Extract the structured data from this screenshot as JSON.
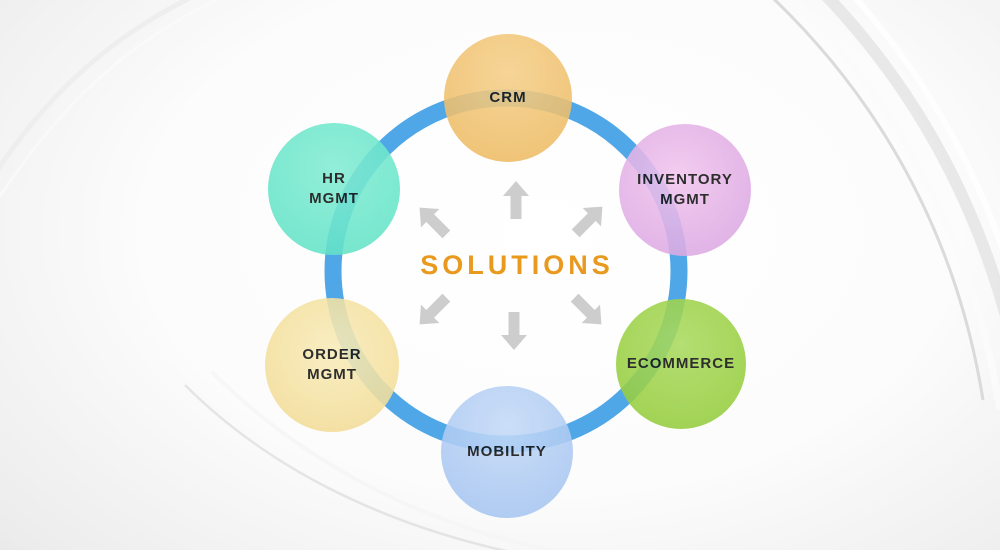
{
  "title": {
    "text": "SOLUTIONS",
    "color": "#e8991e"
  },
  "ring": {
    "color": "#4fa7e8"
  },
  "arrows": {
    "color": "#cdcdcd",
    "directions": [
      "up",
      "up-left",
      "up-right",
      "down-left",
      "down",
      "down-right"
    ]
  },
  "nodes": [
    {
      "id": "crm",
      "label": "CRM",
      "fill": "#f0c271",
      "position": "top"
    },
    {
      "id": "inventory-mgmt",
      "label": "INVENTORY\nMGMT",
      "fill": "#e3b1e6",
      "position": "top-right"
    },
    {
      "id": "ecommerce",
      "label": "ECOMMERCE",
      "fill": "#9cd147",
      "position": "bottom-right"
    },
    {
      "id": "mobility",
      "label": "MOBILITY",
      "fill": "#b0ccf3",
      "position": "bottom"
    },
    {
      "id": "order-mgmt",
      "label": "ORDER\nMGMT",
      "fill": "#f5e2a2",
      "position": "bottom-left"
    },
    {
      "id": "hr-mgmt",
      "label": "HR\nMGMT",
      "fill": "#6ee7cc",
      "position": "top-left"
    }
  ],
  "background": {
    "base_colors": [
      "#ffffff",
      "#c5c5c5"
    ]
  }
}
